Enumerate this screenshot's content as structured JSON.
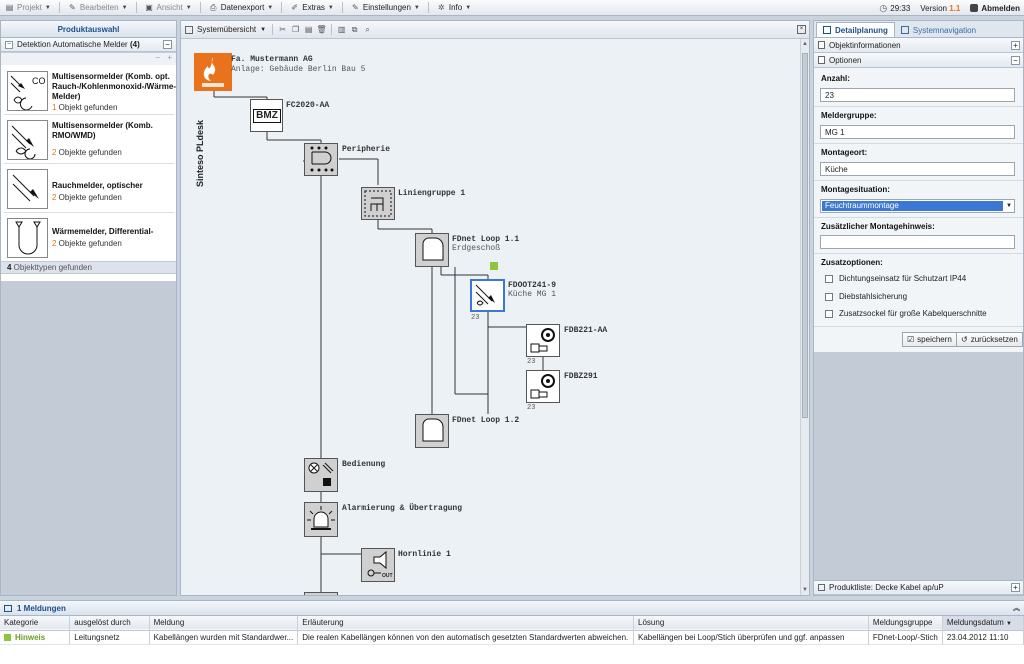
{
  "menubar": {
    "items": [
      {
        "label": "Projekt",
        "icon": "project-icon",
        "greyed": true
      },
      {
        "label": "Bearbeiten",
        "icon": "edit-icon",
        "greyed": true
      },
      {
        "label": "Ansicht",
        "icon": "view-icon",
        "greyed": true
      },
      {
        "label": "Datenexport",
        "icon": "export-icon",
        "greyed": false
      },
      {
        "label": "Extras",
        "icon": "tools-icon",
        "greyed": false
      },
      {
        "label": "Einstellungen",
        "icon": "settings-icon",
        "greyed": false
      },
      {
        "label": "Info",
        "icon": "info-icon",
        "greyed": false
      }
    ],
    "clock": "29:33",
    "version_label": "Version",
    "version_num": "1.1",
    "logout": "Abmelden"
  },
  "left": {
    "title": "Produktauswahl",
    "detection_title": "Detektion Automatische Melder",
    "detection_count": "(4)",
    "products": [
      {
        "name": "Multisensormelder (Komb. opt. Rauch-/Kohlenmonoxid-/Wärme-Melder)",
        "count": "1",
        "count_text": " Objekt gefunden",
        "icon": "co-detector-icon"
      },
      {
        "name": "Multisensormelder (Komb. RMO/WMD)",
        "count": "2",
        "count_text": " Objekte gefunden",
        "icon": "multisensor-icon"
      },
      {
        "name": "Rauchmelder, optischer",
        "count": "2",
        "count_text": " Objekte gefunden",
        "icon": "smoke-detector-icon"
      },
      {
        "name": "Wärmemelder, Differential-",
        "count": "2",
        "count_text": " Objekte gefunden",
        "icon": "heat-detector-icon"
      }
    ],
    "footer_count": "4",
    "footer_text": " Objekttypen gefunden"
  },
  "canvas": {
    "toolbar_label": "Systemübersicht",
    "brand": "Sinteso PLdesk",
    "root_title": "Fa. Mustermann AG",
    "root_sub": "Anlage: Gebäude Berlin Bau 5",
    "nodes": {
      "bmz_text": "BMZ",
      "fc": "FC2020-AA",
      "peripherie": "Peripherie",
      "liniengruppe": "Liniengruppe 1",
      "loop1": "FDnet Loop 1.1",
      "loop1_sub": "Erdgeschoß",
      "fdoot": "FDOOT241-9",
      "fdoot_sub": "Küche MG 1",
      "fdoot_num": "23",
      "fdb221": "FDB221-AA",
      "fdb221_num": "23",
      "fdbz": "FDBZ291",
      "fdbz_num": "23",
      "loop2": "FDnet Loop 1.2",
      "bedienung": "Bedienung",
      "alarmierung": "Alarmierung & Übertragung",
      "hornlinie": "Hornlinie 1",
      "horn_out": "OUT"
    }
  },
  "right": {
    "tab_active": "Detailplanung",
    "tab_inactive": "Systemnavigation",
    "section1": "Objektinformationen",
    "section2": "Optionen",
    "anzahl_label": "Anzahl:",
    "anzahl_value": "23",
    "meldergruppe_label": "Meldergruppe:",
    "meldergruppe_value": "MG 1",
    "montageort_label": "Montageort:",
    "montageort_value": "Küche",
    "montagesituation_label": "Montagesituation:",
    "montagesituation_value": "Feuchtraummontage",
    "hinweis_label": "Zusätzlicher Montagehinweis:",
    "hinweis_value": "",
    "zusatz_label": "Zusatzoptionen:",
    "options": [
      "Dichtungseinsatz für Schutzart IP44",
      "Diebstahlsicherung",
      "Zusatzsockel für große Kabelquerschnitte"
    ],
    "save": "speichern",
    "reset": "zurücksetzen",
    "product_list": "Produktliste: Decke Kabel ap/uP"
  },
  "messages": {
    "title": "1 Meldungen",
    "columns": [
      "Kategorie",
      "ausgelöst durch",
      "Meldung",
      "Erläuterung",
      "Lösung",
      "Meldungsgruppe",
      "Meldungsdatum"
    ],
    "rows": [
      [
        "Hinweis",
        "Leitungsnetz",
        "Kabellängen wurden mit Standardwer...",
        "Die realen Kabellängen können von den automatisch gesetzten Standardwerten abweichen.",
        "Kabellängen bei Loop/Stich überprüfen und ggf. anpassen",
        "FDnet-Loop/-Stich",
        "23.04.2012 11:10"
      ]
    ]
  },
  "colors": {
    "accent": "#1d4f8a",
    "brand_orange": "#e8731c",
    "hint_green": "#8cc63f",
    "selection": "#3a78d4"
  }
}
